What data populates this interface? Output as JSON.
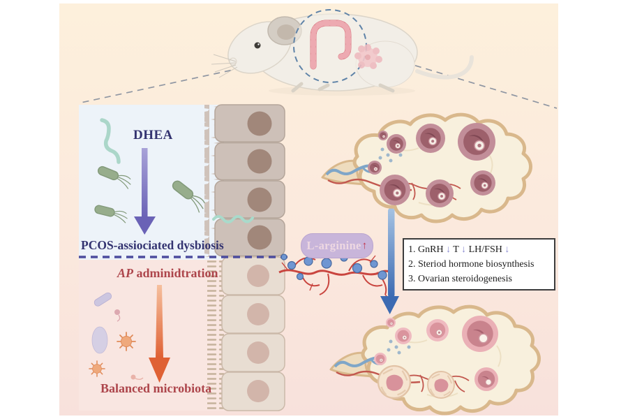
{
  "panels": {
    "dysbiosis": {
      "treatment": "DHEA",
      "outcome": "PCOS-assiociated dysbiosis"
    },
    "treatment": {
      "agent": "AP",
      "action": " adminidtration",
      "outcome": "Balanced microbiota"
    }
  },
  "l_arginine": {
    "label": "L-arginine",
    "up_arrow": "↑"
  },
  "effects_box": {
    "line1": {
      "t1": "1. GnRH ",
      "a1": "↓",
      "t2": " T ",
      "a2": "↓",
      "t3": " LH/FSH ",
      "a3": "↓"
    },
    "line2": "2. Steriod hormone biosynthesis",
    "line3": "3. Ovarian steroidogenesis"
  },
  "colors": {
    "background_top": "#fdf0dc",
    "background_bottom": "#f8e1dc",
    "lumen_panel_blue": "#edf3f9",
    "lower_panel_pink": "#f9e6e1",
    "purple_text": "#333370",
    "purple_arrow": "#6a62b6",
    "red_text": "#ad454b",
    "orange_arrow": "#df6134",
    "pill_background": "#c8b5da",
    "pill_text_pink": "#eed8e2",
    "pill_arrow_red": "#c23449",
    "blue_arrow": "#3c6ab2",
    "capillary_red": "#c9453f",
    "molecule_blue": "#6f96d2",
    "divider_purple": "#4c4c9e",
    "epithelium_upper_cell": "#cdc0b8",
    "epithelium_lower_cell": "#e8ddd2",
    "ovary_border_tan": "#d9b88c",
    "follicle_dark_mauve": "#9d606b",
    "follicle_light_pink": "#da949d"
  }
}
